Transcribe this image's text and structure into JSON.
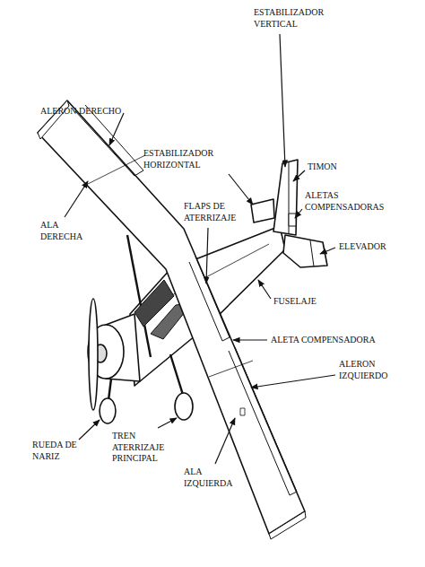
{
  "diagram": {
    "labels": [
      "ALERON DERECHO",
      "ESTABILIZADOR VERTICAL",
      "ESTABILIZADOR HORIZONTAL",
      "TIMON",
      "FLAPS DE ATERRIZAJE",
      "ALETAS COMPENSADORAS",
      "ALA DERECHA",
      "ELEVADOR",
      "FUSELAJE",
      "ALETA COMPENSADORA",
      "ALERON IZQUIERDO",
      "RUEDA DE NARIZ",
      "TREN ATERRIZAJE PRINCIPAL",
      "ALA IZQUIERDA"
    ]
  }
}
